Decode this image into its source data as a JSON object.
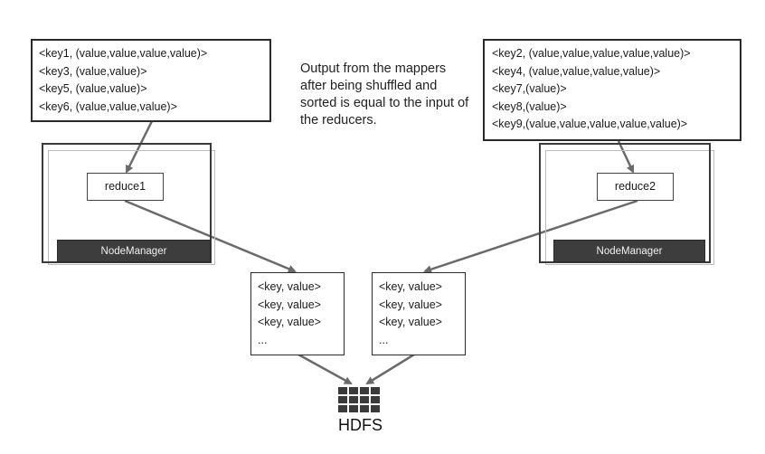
{
  "mapper_output_left": [
    "<key1, (value,value,value,value)>",
    "<key3, (value,value)>",
    "<key5, (value,value)>",
    "<key6, (value,value,value)>"
  ],
  "mapper_output_right": [
    "<key2, (value,value,value,value,value)>",
    "<key4, (value,value,value,value)>",
    "<key7,(value)>",
    "<key8,(value)>",
    "<key9,(value,value,value,value,value)>"
  ],
  "note": "Output from the mappers after being shuffled and sorted is equal to the input of the reducers.",
  "node_left": {
    "reducer": "reduce1",
    "manager": "NodeManager"
  },
  "node_right": {
    "reducer": "reduce2",
    "manager": "NodeManager"
  },
  "output_left": [
    "<key, value>",
    "<key, value>",
    "<key, value>",
    "..."
  ],
  "output_right": [
    "<key, value>",
    "<key, value>",
    "<key, value>",
    "..."
  ],
  "hdfs_label": "HDFS"
}
